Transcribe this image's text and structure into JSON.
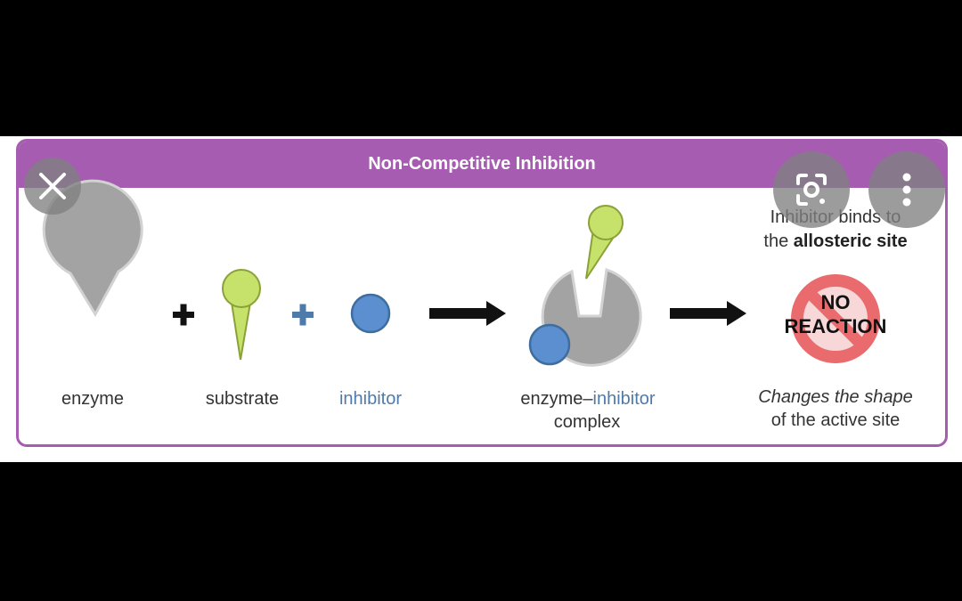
{
  "title": "Non-Competitive Inhibition",
  "labels": {
    "enzyme": "enzyme",
    "substrate": "substrate",
    "inhibitor": "inhibitor",
    "complex_part1": "enzyme",
    "complex_dash": "–",
    "complex_part2": "inhibitor",
    "complex_line2": "complex",
    "allosteric_line1": "Inhibitor binds to",
    "allosteric_line2_prefix": "the ",
    "allosteric_line2_bold": "allosteric site",
    "shape_line1": "Changes the shape",
    "shape_line2": "of the active site"
  },
  "no_reaction": {
    "line1": "NO",
    "line2": "REACTION"
  },
  "colors": {
    "header": "#a65cb0",
    "enzyme": "#a3a3a3",
    "substrate": "#c7e26a",
    "inhibitor": "#5b8fd0",
    "no_sign": "#e96b6e",
    "plus_blue": "#4f7bab"
  },
  "overlay": {
    "close": "close-icon",
    "lens": "lens-icon",
    "more": "more-vertical-icon"
  }
}
